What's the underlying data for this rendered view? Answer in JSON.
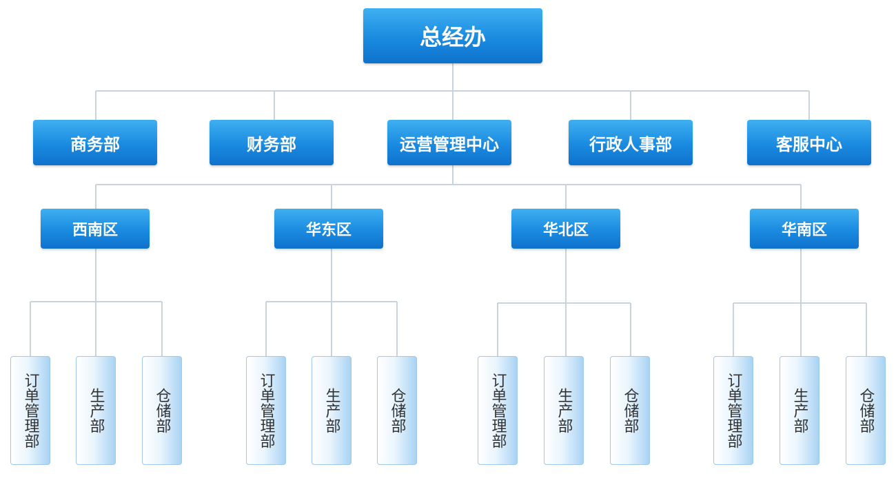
{
  "root": {
    "label": "总经办"
  },
  "departments": [
    {
      "label": "商务部"
    },
    {
      "label": "财务部"
    },
    {
      "label": "运营管理中心"
    },
    {
      "label": "行政人事部"
    },
    {
      "label": "客服中心"
    }
  ],
  "regions": [
    {
      "label": "西南区",
      "units": [
        "订单管理部",
        "生产部",
        "仓储部"
      ]
    },
    {
      "label": "华东区",
      "units": [
        "订单管理部",
        "生产部",
        "仓储部"
      ]
    },
    {
      "label": "华北区",
      "units": [
        "订单管理部",
        "生产部",
        "仓储部"
      ]
    },
    {
      "label": "华南区",
      "units": [
        "订单管理部",
        "生产部",
        "仓储部"
      ]
    }
  ],
  "colors": {
    "box_top": "#3fb0f1",
    "box_bottom": "#0f72cc",
    "line": "#c9d3dc",
    "leaf_edge": "#a9d3f3"
  }
}
